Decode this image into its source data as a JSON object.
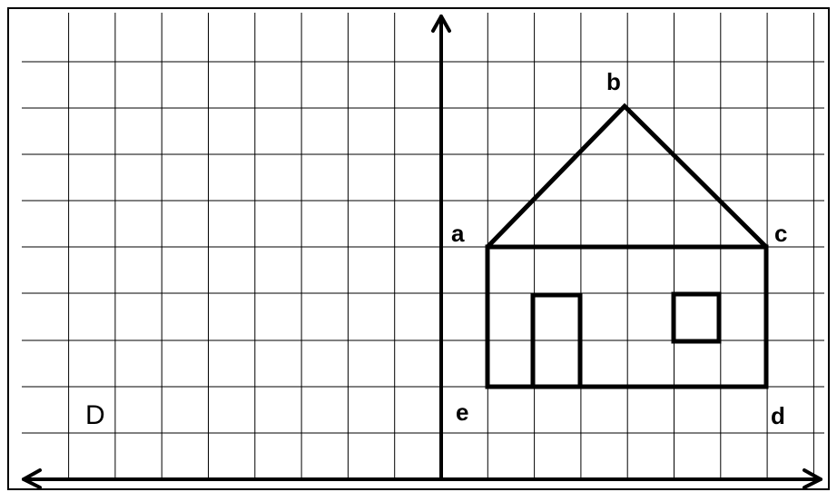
{
  "figure": {
    "labels": {
      "a": "a",
      "b": "b",
      "c": "c",
      "d": "d",
      "e": "e",
      "D": "D"
    },
    "colors": {
      "grid": "#000000",
      "lines": "#000000",
      "frame": "#000000",
      "background": "#ffffff"
    }
  }
}
